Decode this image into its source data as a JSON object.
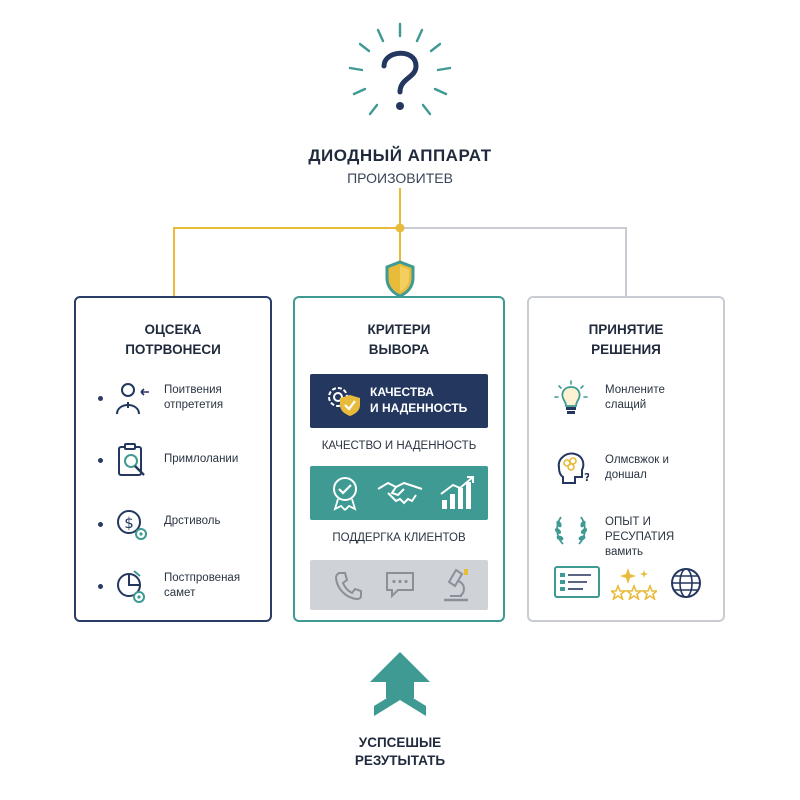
{
  "header": {
    "title": "ДИОДНЫЙ АППАРАТ",
    "subtitle": "ПРОИЗОВИТЕВ",
    "icon": "question-icon"
  },
  "colors": {
    "navy": "#23375f",
    "teal": "#3e9a93",
    "gold": "#e8bb3a",
    "gray": "#c9ccd2"
  },
  "cards": [
    {
      "title": "ОЦСЕКА\nПОТРВОНЕСИ",
      "items": [
        {
          "label": "Поитвения\nотпрететия",
          "icon": "person-arrows-icon"
        },
        {
          "label": "Примлолании",
          "icon": "clipboard-magnifier-icon"
        },
        {
          "label": "Дрстиволь",
          "icon": "dollar-gear-icon"
        },
        {
          "label": "Постпровеная\nсамет",
          "icon": "chart-gear-icon"
        }
      ]
    },
    {
      "title": "КРИТЕРИ\nВЫВОРА",
      "bands": [
        {
          "text": "КАЧЕСТВА\nИ НАДЕННОСТЬ",
          "icons": [
            "gear-shield-icon"
          ]
        },
        {
          "icons": [
            "badge-check-icon",
            "handshake-icon",
            "growth-chart-icon"
          ]
        },
        {
          "icons": [
            "phone-icon",
            "chat-icon",
            "microscope-icon"
          ]
        }
      ],
      "labels": [
        "КАЧЕСТВО И НАДЕННОСТЬ",
        "ПОДДЕРГКА КЛИЕНТОВ"
      ]
    },
    {
      "title": "ПРИНЯТИЕ\nРЕШЕНИЯ",
      "items": [
        {
          "label": "Монлените\nслащий",
          "icon": "lightbulb-icon"
        },
        {
          "label": "Олмсвжок и\nдоншал",
          "icon": "head-brain-icon"
        },
        {
          "label": "ОПЫТ И РЕСУПАТИЯ\nвамить",
          "icon": "laurel-icon"
        }
      ],
      "bottom_icons": [
        "checklist-card-icon",
        "stars-icon",
        "globe-icon"
      ]
    }
  ],
  "footer": {
    "title": "УСПСЕШЫЕ\nРЕЗУТЫТАТЬ",
    "icon": "up-arrow-icon"
  }
}
